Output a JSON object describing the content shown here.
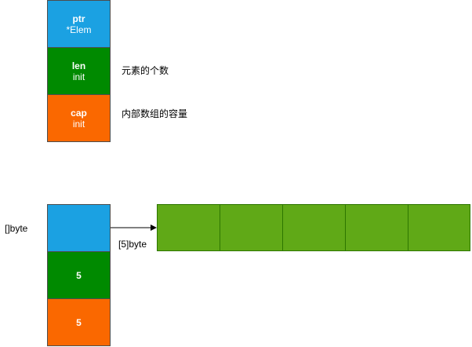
{
  "header_struct": {
    "ptr": {
      "name": "ptr",
      "type": "*Elem"
    },
    "len": {
      "name": "len",
      "type": "init",
      "note": "元素的个数"
    },
    "cap": {
      "name": "cap",
      "type": "init",
      "note": "内部数组的容量"
    }
  },
  "slice_example": {
    "label": "[]byte",
    "len_value": "5",
    "cap_value": "5",
    "array_label": "[5]byte",
    "array_cell_count": 5
  },
  "colors": {
    "ptr": "#1ba1e2",
    "len": "#008a00",
    "cap": "#fa6800",
    "array": "#60a917"
  }
}
